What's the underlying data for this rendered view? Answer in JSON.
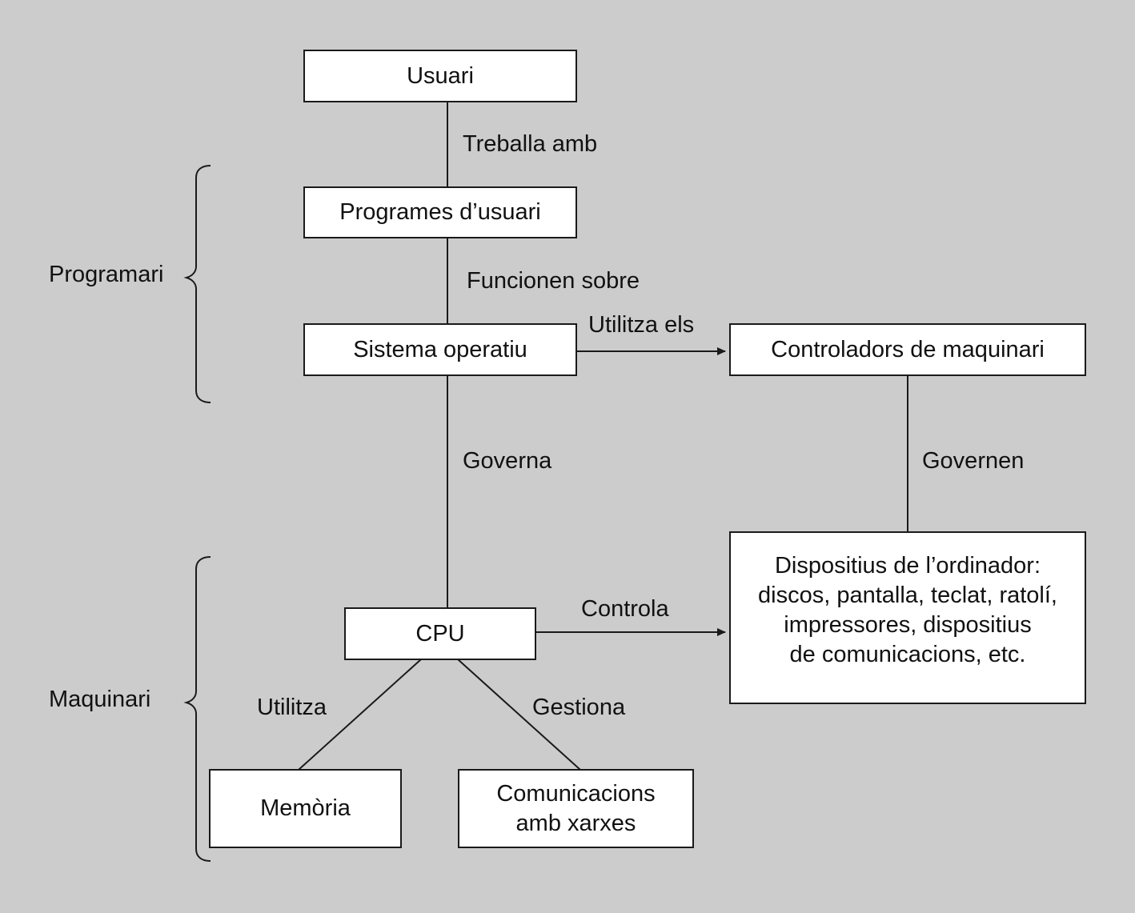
{
  "nodes": {
    "usuari": "Usuari",
    "programes": "Programes d’usuari",
    "sistema": "Sistema operatiu",
    "controladors": "Controladors de maquinari",
    "dispositius": [
      "Dispositius de l’ordinador:",
      "discos, pantalla, teclat, ratolí,",
      "impressores, dispositius",
      "de comunicacions, etc."
    ],
    "cpu": "CPU",
    "memoria": "Memòria",
    "comunicacions": [
      "Comunicacions",
      "amb xarxes"
    ]
  },
  "edges": {
    "treballa": "Treballa amb",
    "funcionen": "Funcionen sobre",
    "utilitza_els": "Utilitza els",
    "governa": "Governa",
    "governen": "Governen",
    "controla": "Controla",
    "utilitza": "Utilitza",
    "gestiona": "Gestiona"
  },
  "groups": {
    "programari": "Programari",
    "maquinari": "Maquinari"
  },
  "colors": {
    "background": "#cccccc",
    "box_fill": "#ffffff",
    "stroke": "#1a1a1a"
  }
}
